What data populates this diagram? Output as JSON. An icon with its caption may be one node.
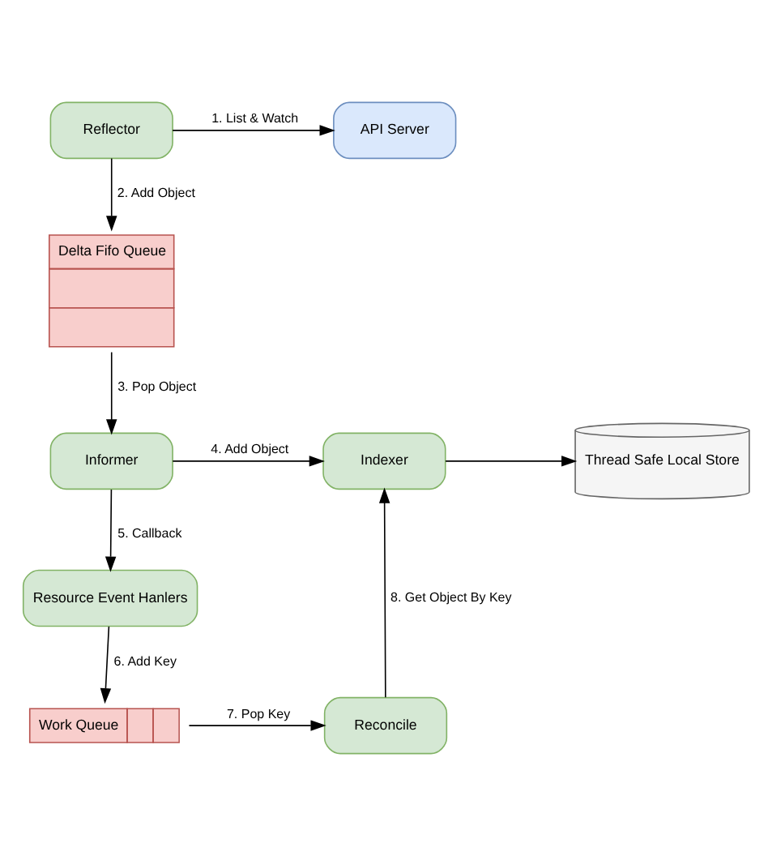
{
  "diagram": {
    "nodes": [
      {
        "text": [
          "Reflector"
        ]
      },
      {
        "text": [
          "API Server"
        ]
      },
      {
        "text": [
          "Delta Fifo Queue"
        ]
      },
      {
        "text": [
          "Informer"
        ]
      },
      {
        "text": [
          "Indexer"
        ]
      },
      {
        "text": [
          "Thread Safe Local Store"
        ]
      },
      {
        "text": [
          "Resource Event Hanlers"
        ]
      },
      {
        "text": [
          "Work Queue"
        ]
      },
      {
        "text": [
          "Reconcile"
        ]
      }
    ],
    "edges": [
      {
        "from": 0,
        "to": 1,
        "arrow": "to",
        "label": "1. List & Watch"
      },
      {
        "from": 0,
        "to": 2,
        "arrow": "to",
        "label": "2. Add Object"
      },
      {
        "from": 2,
        "to": 3,
        "arrow": "to",
        "label": "3. Pop Object"
      },
      {
        "from": 3,
        "to": 4,
        "arrow": "to",
        "label": "4. Add Object"
      },
      {
        "from": 4,
        "to": 5,
        "arrow": "to"
      },
      {
        "from": 3,
        "to": 6,
        "arrow": "to",
        "label": "5. Callback"
      },
      {
        "from": 6,
        "to": 7,
        "arrow": "to",
        "label": "6. Add Key"
      },
      {
        "from": 7,
        "to": 8,
        "arrow": "to",
        "label": "7. Pop Key"
      },
      {
        "from": 8,
        "to": 4,
        "arrow": "to",
        "label": "8. Get Object By Key"
      }
    ]
  }
}
